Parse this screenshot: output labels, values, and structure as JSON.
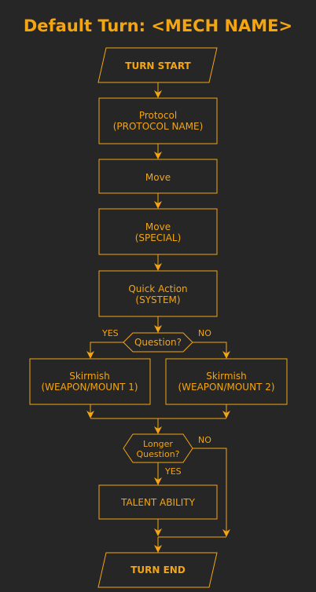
{
  "title": "Default Turn: <MECH NAME>",
  "colors": {
    "background": "#262626",
    "accent": "#f3a512"
  },
  "nodes": {
    "turn_start": "TURN START",
    "protocol": [
      "Protocol",
      "(PROTOCOL NAME)"
    ],
    "move1": "Move",
    "move2": [
      "Move",
      "(SPECIAL)"
    ],
    "quick_action": [
      "Quick Action",
      "(SYSTEM)"
    ],
    "question": "Question?",
    "skirmish1": [
      "Skirmish",
      "(WEAPON/MOUNT 1)"
    ],
    "skirmish2": [
      "Skirmish",
      "(WEAPON/MOUNT 2)"
    ],
    "longer_question": [
      "Longer",
      "Question?"
    ],
    "talent": "TALENT ABILITY",
    "turn_end": "TURN END"
  },
  "edge_labels": {
    "q1_yes": "YES",
    "q1_no": "NO",
    "q2_no": "NO",
    "q2_yes": "YES"
  }
}
